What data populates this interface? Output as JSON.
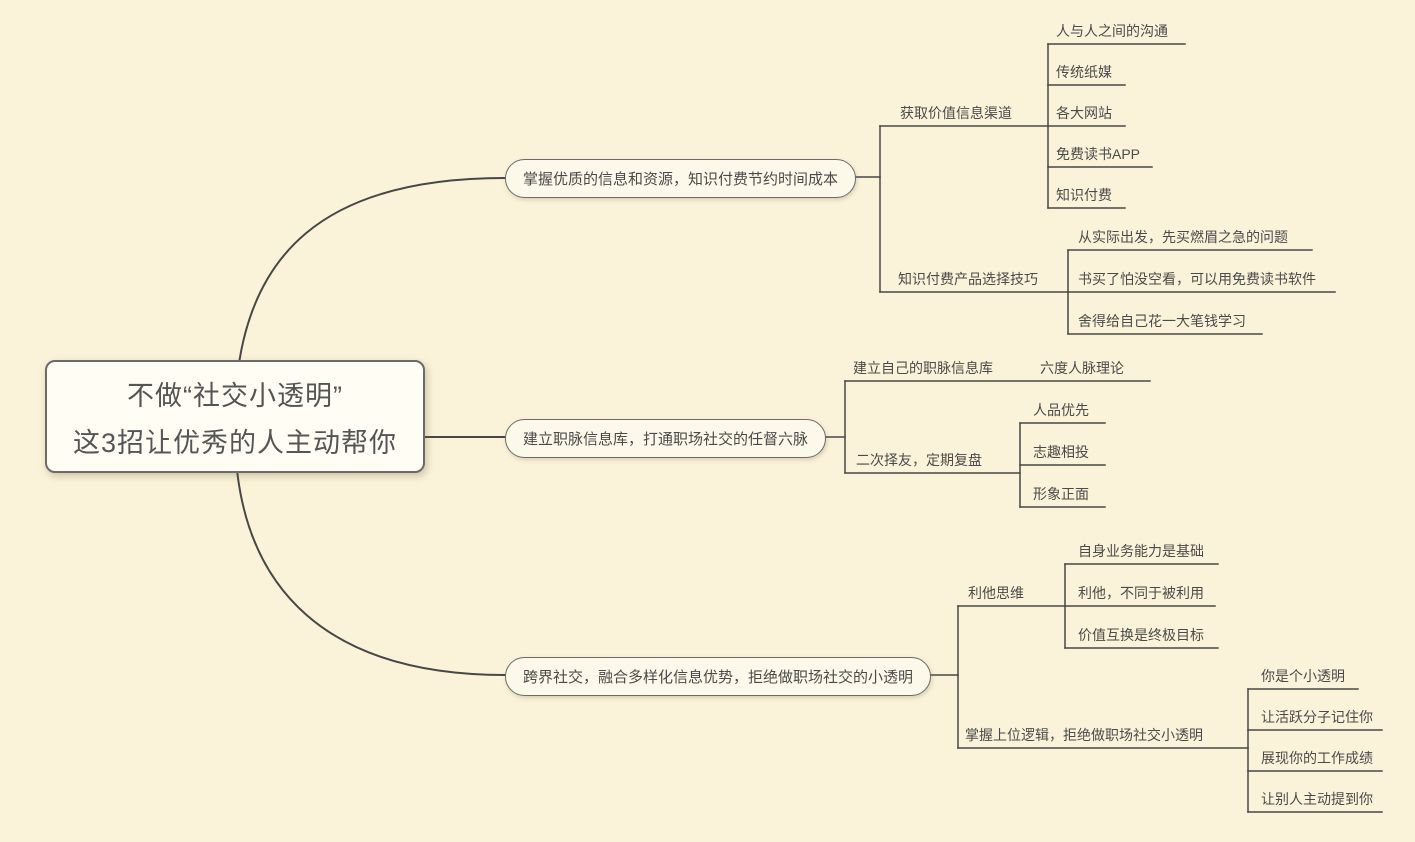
{
  "colors": {
    "background": "#fbf3d9",
    "line": "#474747",
    "text": "#4a4a4a"
  },
  "root": {
    "line1": "不做“社交小透明”",
    "line2": "这3招让优秀的人主动帮你"
  },
  "branches": [
    {
      "label": "掌握优质的信息和资源，知识付费节约时间成本",
      "children": [
        {
          "label": "获取价值信息渠道",
          "children": [
            {
              "label": "人与人之间的沟通"
            },
            {
              "label": "传统纸媒"
            },
            {
              "label": "各大网站"
            },
            {
              "label": "免费读书APP"
            },
            {
              "label": "知识付费"
            }
          ]
        },
        {
          "label": "知识付费产品选择技巧",
          "children": [
            {
              "label": "从实际出发，先买燃眉之急的问题"
            },
            {
              "label": "书买了怕没空看，可以用免费读书软件"
            },
            {
              "label": "舍得给自己花一大笔钱学习"
            }
          ]
        }
      ]
    },
    {
      "label": "建立职脉信息库，打通职场社交的任督六脉",
      "children": [
        {
          "label": "建立自己的职脉信息库",
          "children": [
            {
              "label": "六度人脉理论"
            }
          ]
        },
        {
          "label": "二次择友，定期复盘",
          "children": [
            {
              "label": "人品优先"
            },
            {
              "label": "志趣相投"
            },
            {
              "label": "形象正面"
            }
          ]
        }
      ]
    },
    {
      "label": "跨界社交，融合多样化信息优势，拒绝做职场社交的小透明",
      "children": [
        {
          "label": "利他思维",
          "children": [
            {
              "label": "自身业务能力是基础"
            },
            {
              "label": "利他，不同于被利用"
            },
            {
              "label": "价值互换是终极目标"
            }
          ]
        },
        {
          "label": "掌握上位逻辑，拒绝做职场社交小透明",
          "children": [
            {
              "label": "你是个小透明"
            },
            {
              "label": "让活跃分子记住你"
            },
            {
              "label": "展现你的工作成绩"
            },
            {
              "label": "让别人主动提到你"
            }
          ]
        }
      ]
    }
  ]
}
